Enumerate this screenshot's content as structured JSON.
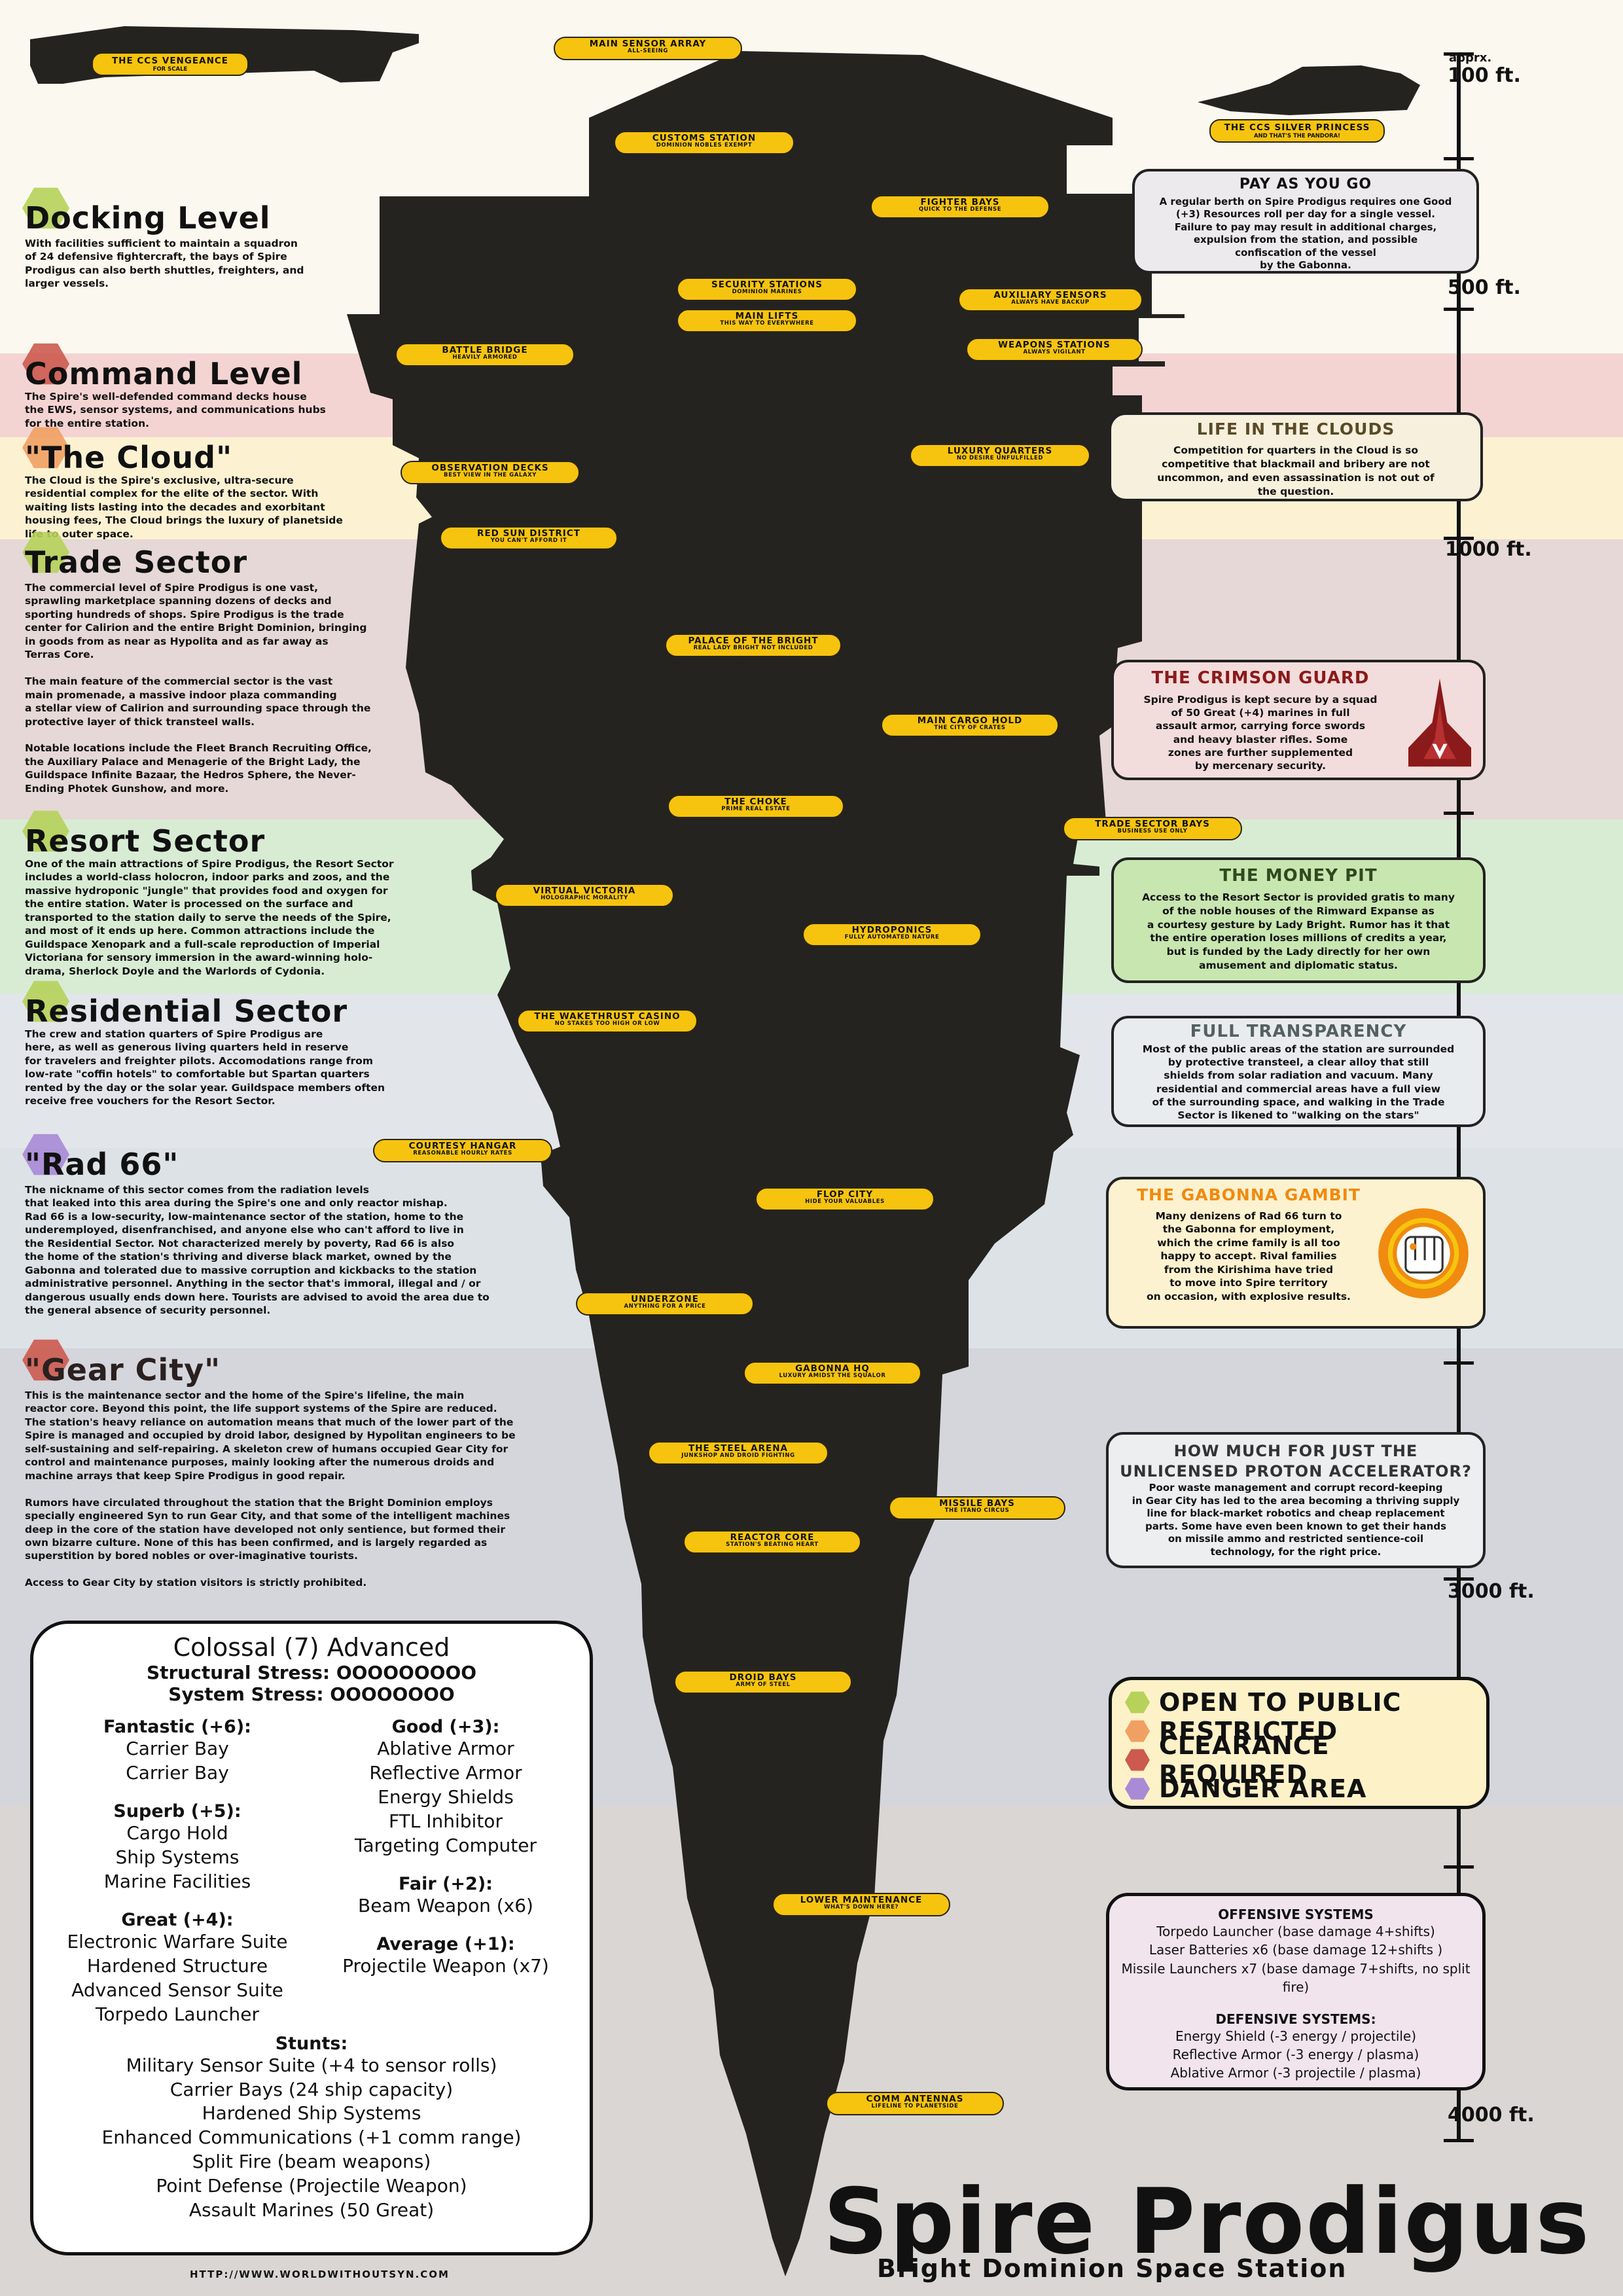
{
  "colors": {
    "open": "#b6d25a",
    "restricted": "#f0a062",
    "clearance": "#cc5a4f",
    "danger": "#a98ad6",
    "pill": "#f6c40f",
    "spire": "#24231f"
  },
  "ruler": {
    "approx": "apprx.",
    "l100": "100 ft.",
    "l500": "500 ft.",
    "l1000": "1000 ft.",
    "l3000": "3000 ft.",
    "l4000": "4000 ft."
  },
  "ships": {
    "vengeance": {
      "label": "THE CCS VENGEANCE",
      "sub": "FOR SCALE"
    },
    "silver": {
      "label": "THE CCS SILVER PRINCESS",
      "sub": "AND THAT'S THE PANDORA!"
    }
  },
  "sections": [
    {
      "title": "Docking Level",
      "access": "open",
      "text": "With facilities sufficient to maintain a squadron\nof 24 defensive fightercraft, the bays of Spire\nProdigus can also berth shuttles, freighters, and\nlarger vessels."
    },
    {
      "title": "Command Level",
      "access": "clearance",
      "text": "The Spire's well-defended command decks house\nthe EWS, sensor systems, and communications hubs\nfor the entire station."
    },
    {
      "title": "\"The Cloud\"",
      "access": "restricted",
      "text": "The Cloud is the Spire's exclusive, ultra-secure\nresidential complex for the elite of the sector. With\nwaiting lists lasting into the decades and exorbitant\nhousing fees, The Cloud brings the luxury of planetside\nlife to outer space."
    },
    {
      "title": "Trade Sector",
      "access": "open",
      "text": "The commercial level of Spire Prodigus is one vast,\nsprawling marketplace spanning dozens of decks and\nsporting hundreds of shops. Spire Prodigus is the trade\ncenter for Calirion and the entire Bright Dominion, bringing\nin goods from as near as Hypolita and as far away as\nTerras Core.\n\nThe main feature of the commercial sector is the vast\nmain promenade, a massive indoor plaza commanding\na stellar view of Calirion and surrounding space through the\nprotective layer of thick transteel walls.\n\nNotable locations include the Fleet Branch Recruiting Office,\nthe Auxiliary Palace and Menagerie of the Bright Lady, the\nGuildspace Infinite Bazaar, the Hedros Sphere, the Never-\nEnding Photek Gunshow, and more."
    },
    {
      "title": "Resort Sector",
      "access": "open",
      "text": "One of the main attractions of Spire Prodigus, the Resort Sector\nincludes a world-class holocron, indoor parks and zoos, and the\nmassive hydroponic \"jungle\" that provides food and oxygen for\nthe entire station. Water is processed on the surface and\ntransported to the station daily to serve the needs of the Spire,\nand most of it ends up here. Common attractions include the\nGuildspace Xenopark and a full-scale reproduction of Imperial\nVictoriana for sensory immersion in the award-winning holo-\ndrama, Sherlock Doyle and the Warlords of Cydonia."
    },
    {
      "title": "Residential Sector",
      "access": "open",
      "text": "The crew and station quarters of Spire Prodigus are\nhere, as well as generous living quarters held in reserve\nfor travelers and freighter pilots. Accomodations range from\nlow-rate \"coffin hotels\" to comfortable but Spartan quarters\nrented by the day or the solar year. Guildspace members often\nreceive free vouchers for the Resort Sector."
    },
    {
      "title": "\"Rad 66\"",
      "access": "danger",
      "text": "The nickname of this sector comes from the radiation levels\nthat leaked into this area during the Spire's one and only reactor mishap.\nRad 66 is a low-security, low-maintenance sector of the station, home to the\nunderemployed, disenfranchised, and anyone else who can't afford to live in\nthe Residential Sector. Not characterized merely by poverty, Rad 66 is also\nthe home of the station's thriving and diverse black market, owned by the\nGabonna and tolerated due to massive corruption and kickbacks to the station\nadministrative personnel. Anything in the sector that's immoral, illegal and / or\ndangerous usually ends down here. Tourists are advised to avoid the area due to\nthe general absence of security personnel."
    },
    {
      "title": "\"Gear City\"",
      "access": "clearance",
      "text": "This is the maintenance sector and the home of the Spire's lifeline, the main\nreactor core. Beyond this point, the life support systems of the Spire are reduced.\nThe station's heavy reliance on automation means that much of the lower part of the\nSpire is managed and occupied by droid labor, designed by Hypolitan engineers to be\nself-sustaining and self-repairing. A skeleton crew of humans occupied Gear City for\ncontrol and maintenance purposes, mainly looking after the numerous droids and\nmachine arrays that keep Spire Prodigus in good repair.\n\nRumors have circulated throughout the station that the Bright Dominion employs\nspecially engineered Syn to run Gear City, and that some of the intelligent machines\ndeep in the core of the station have developed not only sentience, but formed their\nown bizarre culture. None of this has been confirmed, and is largely regarded as\nsuperstition by bored nobles or over-imaginative tourists.\n\nAccess to Gear City by station visitors is strictly prohibited."
    }
  ],
  "pills": [
    {
      "t": "MAIN SENSOR ARRAY",
      "s": "ALL-SEEING"
    },
    {
      "t": "CUSTOMS STATION",
      "s": "DOMINION NOBLES EXEMPT"
    },
    {
      "t": "FIGHTER BAYS",
      "s": "QUICK TO THE DEFENSE"
    },
    {
      "t": "SECURITY STATIONS",
      "s": "DOMINION MARINES"
    },
    {
      "t": "MAIN LIFTS",
      "s": "THIS WAY TO EVERYWHERE"
    },
    {
      "t": "AUXILIARY SENSORS",
      "s": "ALWAYS HAVE BACKUP"
    },
    {
      "t": "WEAPONS STATIONS",
      "s": "ALWAYS VIGILANT"
    },
    {
      "t": "BATTLE BRIDGE",
      "s": "HEAVILY ARMORED"
    },
    {
      "t": "LUXURY QUARTERS",
      "s": "NO DESIRE UNFULFILLED"
    },
    {
      "t": "OBSERVATION DECKS",
      "s": "BEST VIEW IN THE GALAXY"
    },
    {
      "t": "RED SUN DISTRICT",
      "s": "YOU CAN'T AFFORD IT"
    },
    {
      "t": "PALACE OF THE BRIGHT",
      "s": "REAL LADY BRIGHT NOT INCLUDED"
    },
    {
      "t": "MAIN CARGO HOLD",
      "s": "THE CITY OF CRATES"
    },
    {
      "t": "THE CHOKE",
      "s": "PRIME REAL ESTATE"
    },
    {
      "t": "TRADE SECTOR BAYS",
      "s": "BUSINESS USE ONLY"
    },
    {
      "t": "VIRTUAL VICTORIA",
      "s": "HOLOGRAPHIC MORALITY"
    },
    {
      "t": "HYDROPONICS",
      "s": "FULLY AUTOMATED NATURE"
    },
    {
      "t": "THE WAKETHRUST CASINO",
      "s": "NO STAKES TOO HIGH OR LOW"
    },
    {
      "t": "COURTESY HANGAR",
      "s": "REASONABLE HOURLY RATES"
    },
    {
      "t": "FLOP CITY",
      "s": "HIDE YOUR VALUABLES"
    },
    {
      "t": "UNDERZONE",
      "s": "ANYTHING FOR A PRICE"
    },
    {
      "t": "GABONNA HQ",
      "s": "LUXURY AMIDST THE SQUALOR"
    },
    {
      "t": "THE STEEL ARENA",
      "s": "JUNKSHOP AND DROID FIGHTING"
    },
    {
      "t": "MISSILE BAYS",
      "s": "THE ITANO CIRCUS"
    },
    {
      "t": "REACTOR CORE",
      "s": "STATION'S BEATING HEART"
    },
    {
      "t": "DROID BAYS",
      "s": "ARMY OF STEEL"
    },
    {
      "t": "LOWER MAINTENANCE",
      "s": "WHAT'S DOWN HERE?"
    },
    {
      "t": "COMM ANTENNAS",
      "s": "LIFELINE TO PLANETSIDE"
    }
  ],
  "boxes": [
    {
      "title": "PAY AS YOU GO",
      "text": "A regular berth on Spire Prodigus requires one Good\n(+3) Resources roll per day for a single vessel.\nFailure to pay may result in additional charges,\nexpulsion from  the station, and possible\nconfiscation of the vessel\nby the Gabonna."
    },
    {
      "title": "LIFE IN THE CLOUDS",
      "text": "Competition for quarters in the Cloud is so\ncompetitive that blackmail and bribery are not\nuncommon, and even assassination is not out of\nthe question."
    },
    {
      "title": "THE CRIMSON GUARD",
      "text": "Spire Prodigus is kept secure by a squad\nof 50 Great (+4) marines in full\nassault armor, carrying force swords\nand heavy blaster rifles. Some\nzones are further supplemented\nby mercenary security."
    },
    {
      "title": "THE MONEY PIT",
      "text": "Access to the Resort Sector is provided gratis to many\nof the noble houses of the Rimward Expanse as\na courtesy gesture by Lady Bright. Rumor has it that\nthe entire operation loses millions of credits a year,\nbut is funded by the Lady directly for her own\namusement and diplomatic status."
    },
    {
      "title": "FULL TRANSPARENCY",
      "text": "Most of the public areas of the station are surrounded\nby protective transteel, a clear alloy that still\nshields from solar radiation and vacuum. Many\nresidential and commercial areas have a full view\nof the surrounding space, and walking in the Trade\nSector is likened to \"walking on the stars\""
    },
    {
      "title": "THE GABONNA GAMBIT",
      "text": "Many denizens of Rad 66 turn to\nthe Gabonna for employment,\nwhich the crime family is all too\nhappy to accept. Rival families\nfrom the Kirishima have tried\nto move into Spire territory\non occasion, with explosive results."
    },
    {
      "title": "HOW MUCH FOR JUST THE\nUNLICENSED PROTON ACCELERATOR?",
      "text": "Poor waste management and corrupt record-keeping\nin Gear City has led to the area becoming a thriving supply\nline for black-market robotics and cheap replacement\nparts. Some have even been known to get their hands\non missile ammo and restricted sentience-coil\ntechnology, for the right price."
    }
  ],
  "stats": {
    "head": "Colossal (7) Advanced",
    "structural": "Structural Stress: OOOOOOOOO",
    "system": "System Stress: OOOOOOOO",
    "left": [
      {
        "cat": "Fantastic (+6):",
        "items": [
          "Carrier Bay",
          "Carrier Bay"
        ]
      },
      {
        "cat": "Superb (+5):",
        "items": [
          "Cargo Hold",
          "Ship Systems",
          "Marine Facilities"
        ]
      },
      {
        "cat": "Great (+4):",
        "items": [
          "Electronic Warfare Suite",
          "Hardened Structure",
          "Advanced Sensor Suite",
          "Torpedo Launcher"
        ]
      }
    ],
    "right": [
      {
        "cat": "Good (+3):",
        "items": [
          "Ablative Armor",
          "Reflective Armor",
          "Energy Shields",
          "FTL Inhibitor",
          "Targeting Computer"
        ]
      },
      {
        "cat": "Fair (+2):",
        "items": [
          "Beam Weapon (x6)"
        ]
      },
      {
        "cat": "Average (+1):",
        "items": [
          "Projectile Weapon (x7)"
        ]
      }
    ],
    "stunts_cat": "Stunts:",
    "stunts": [
      "Military Sensor Suite (+4 to sensor rolls)",
      "Carrier Bays (24 ship capacity)",
      "Hardened Ship Systems",
      "Enhanced Communications (+1 comm range)",
      "Split Fire (beam weapons)",
      "Point Defense (Projectile Weapon)",
      "Assault Marines (50 Great)"
    ]
  },
  "legend": [
    {
      "label": "OPEN TO PUBLIC",
      "access": "open"
    },
    {
      "label": "RESTRICTED",
      "access": "restricted"
    },
    {
      "label": "CLEARANCE REQUIRED",
      "access": "clearance"
    },
    {
      "label": "DANGER AREA",
      "access": "danger"
    }
  ],
  "weapons": {
    "off_h": "OFFENSIVE SYSTEMS",
    "off": [
      "Torpedo Launcher (base damage 4+shifts)",
      "Laser Batteries x6 (base damage 12+shifts )",
      "Missile Launchers x7 (base damage 7+shifts, no split fire)"
    ],
    "def_h": "DEFENSIVE SYSTEMS:",
    "def": [
      "Energy Shield (-3 energy / projectile)",
      "Reflective Armor (-3 energy / plasma)",
      "Ablative Armor (-3 projectile / plasma)"
    ]
  },
  "title": "Spire Prodigus",
  "subtitle": "Bright Dominion Space Station",
  "url": "HTTP://WWW.WORLDWITHOUTSYN.COM"
}
